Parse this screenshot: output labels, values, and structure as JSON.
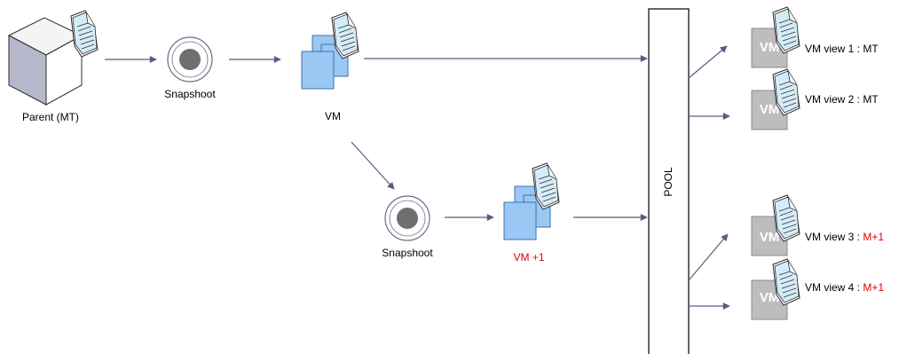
{
  "nodes": {
    "parent_label": "Parent (MT)",
    "snapshot1_label": "Snapshoot",
    "vm_label": "VM",
    "snapshot2_label": "Snapshoot",
    "vm_plus_label": "VM +1",
    "pool_label": "POOL"
  },
  "views": [
    {
      "badge": "VM",
      "prefix": "VM view 1 : ",
      "suffix": "MT",
      "suffix_color": "#000000"
    },
    {
      "badge": "VM",
      "prefix": "VM view 2 : ",
      "suffix": "MT",
      "suffix_color": "#000000"
    },
    {
      "badge": "VM",
      "prefix": "VM view 3 : ",
      "suffix": "M+1",
      "suffix_color": "#e00000"
    },
    {
      "badge": "VM",
      "prefix": "VM view 4 : ",
      "suffix": "M+1",
      "suffix_color": "#e00000"
    }
  ],
  "colors": {
    "arrow": "#5a5a80",
    "cube_top": "#f4f4f4",
    "cube_side": "#b8b8cc",
    "vm_blue": "#99c8f5",
    "vm_gray": "#bdbdbd",
    "doc_blue": "#d4ecf8",
    "accent_red": "#e00000"
  },
  "icons": {
    "parent": "cube-icon",
    "snapshot": "snapshot-disc-icon",
    "vm": "vm-stack-icon",
    "document": "document-icon",
    "view": "vm-view-icon"
  }
}
